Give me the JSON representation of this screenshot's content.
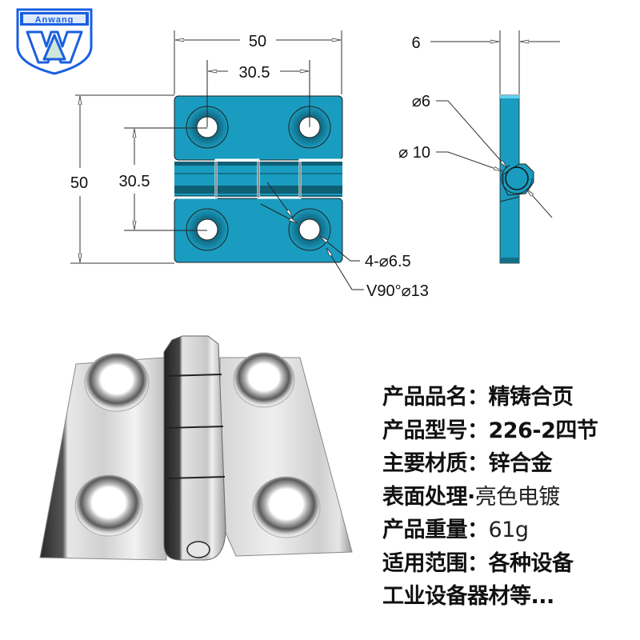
{
  "logo": {
    "brand_text": "Anwang",
    "mark": "A/W shield",
    "colors": {
      "border": "#1a5fe0",
      "banner": "#1a5fe0",
      "fill": "#ffffff"
    }
  },
  "drawing": {
    "colors": {
      "part_fill": "#1a9cc0",
      "part_dark": "#136e88",
      "line": "#111111"
    },
    "front_view": {
      "overall_width": "50",
      "hole_spacing_horizontal": "30.5",
      "overall_height": "50",
      "hole_spacing_vertical": "30.5",
      "hole_callout": "4-⌀6.5",
      "countersink_callout": "V90°⌀13"
    },
    "side_view": {
      "thickness": "6",
      "pin_diameter": "⌀6",
      "knuckle_diameter": "⌀ 10"
    }
  },
  "photo": {
    "subject": "chrome zinc-alloy butt hinge",
    "colors": {
      "chrome_light": "#eeeeee",
      "chrome_mid": "#c4c4c4",
      "chrome_dark": "#3a3a3a"
    }
  },
  "specs": [
    {
      "label": "产品品名",
      "sep": "：",
      "value": "精铸合页",
      "style": "bold"
    },
    {
      "label": "产品型号",
      "sep": "：",
      "value": "226-2四节",
      "style": "bold"
    },
    {
      "label": "主要材质",
      "sep": "：",
      "value": "锌合金",
      "style": "bold"
    },
    {
      "label": "表面处理",
      "sep": "·",
      "value": "亮色电镀",
      "style": "light"
    },
    {
      "label": "产品重量",
      "sep": "：",
      "value": "61g",
      "style": "light"
    },
    {
      "label": "适用范围",
      "sep": "：",
      "value": "各种设备",
      "style": "bold"
    },
    {
      "label": "工业设备器材等...",
      "sep": "",
      "value": "",
      "style": "bold"
    }
  ]
}
